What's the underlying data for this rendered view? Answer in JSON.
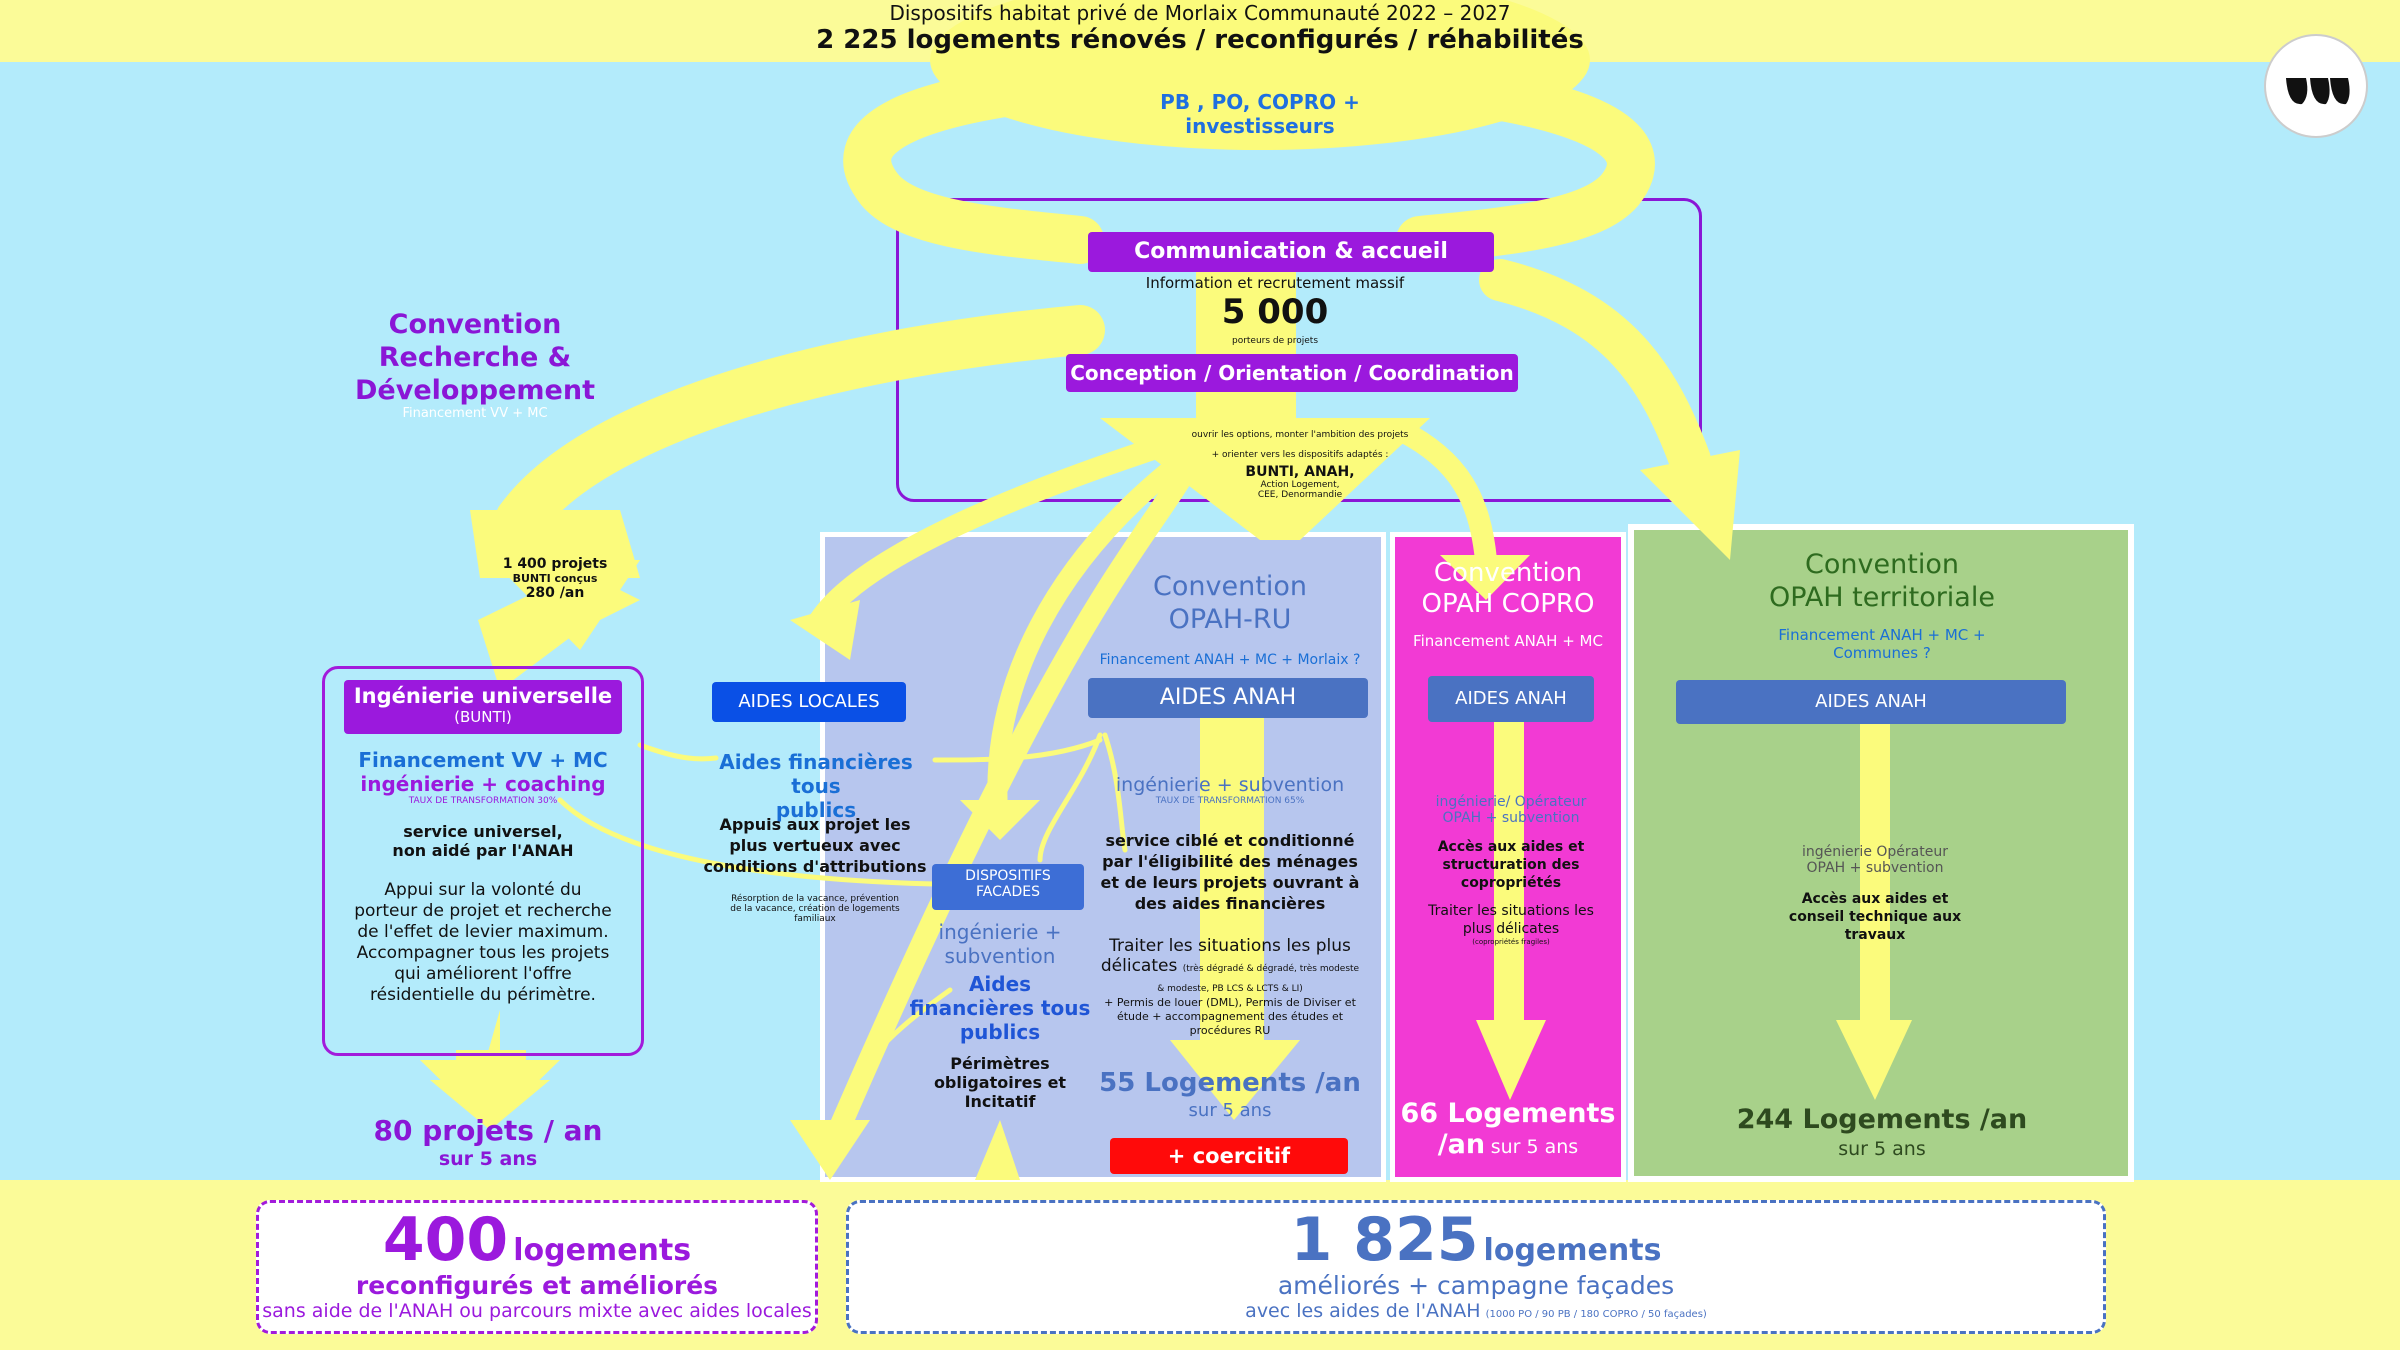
{
  "header": {
    "subtitle": "Dispositifs habitat  privé de Morlaix Communauté 2022 – 2027",
    "title": "2 225 logements rénovés / reconfigurés / réhabilités"
  },
  "top": {
    "owners": "PB , PO, COPRO +",
    "owners2": "investisseurs"
  },
  "center": {
    "communication": "Communication & accueil",
    "info": "Information et recrutement massif",
    "count": "5 000",
    "count_sub": "porteurs  de projets",
    "conception": "Conception / Orientation / Coordination",
    "options1": "ouvrir les options, monter l'ambition des projets",
    "options2": "+ orienter vers les dispositifs adaptés :",
    "options3": "BUNTI,  ANAH,",
    "options4": "Action Logement,",
    "options5": "CEE, Denormandie"
  },
  "rd": {
    "title1": "Convention",
    "title2": "Recherche &",
    "title3": "Développement",
    "funding": "Financement VV + MC",
    "projects1": "1 400 projets",
    "projects2": "BUNTI conçus",
    "projects3": "280 /an"
  },
  "ingenierie": {
    "title": "Ingénierie universelle",
    "title_sub": "(BUNTI)",
    "funding": "Financement VV + MC",
    "coaching": "ingénierie + coaching",
    "rate": "TAUX DE TRANSFORMATION  30%",
    "service1": "service universel,",
    "service2": "non aidé par l'ANAH",
    "desc": "Appui sur la volonté du porteur de projet et recherche de l'effet de levier maximum. Accompagner tous les projets qui améliorent l'offre résidentielle du périmètre.",
    "result": "80 projets / an",
    "result_sub": "sur 5 ans"
  },
  "aides_locales": {
    "label": "AIDES LOCALES",
    "aides": "Aides financières tous",
    "aides2": "publics",
    "appuis": "Appuis aux projet les plus vertueux avec conditions d'attributions",
    "note": "Résorption de la vacance, prévention de la vacance, création de logements familiaux"
  },
  "facades": {
    "label1": "DISPOSITIFS",
    "label2": "FACADES",
    "ing": "ingénierie +",
    "ing2": "subvention",
    "aides": "Aides",
    "aides2": "financières tous",
    "aides3": "publics",
    "perim1": "Périmètres",
    "perim2": "obligatoires et",
    "perim3": "Incitatif"
  },
  "opah_ru": {
    "title1": "Convention",
    "title2": "OPAH-RU",
    "funding": "Financement ANAH + MC + Morlaix ?",
    "label": "AIDES ANAH",
    "ing": "ingénierie + subvention",
    "rate": "TAUX DE TRANSFORMATION  65%",
    "service": "service ciblé et conditionné par l'éligibilité des ménages et de leurs projets ouvrant à des aides financières",
    "traiter": "Traiter les situations les plus",
    "traiter2": "délicates",
    "traiter_small": "(très dégradé & dégradé, très modeste & modeste, PB LCS & LCTS & LI)",
    "traiter3": "+ Permis de louer (DML), Permis de Diviser et étude + accompagnement des études et procédures RU",
    "result": "55 Logements /an",
    "result_sub": "sur 5 ans",
    "coercitif": "+ coercitif"
  },
  "opah_copro": {
    "title1": "Convention",
    "title2": "OPAH COPRO",
    "funding": "Financement ANAH + MC",
    "label": "AIDES ANAH",
    "ing": "ingénierie/ Opérateur OPAH + subvention",
    "acces": "Accès aux aides et structuration des copropriétés",
    "traiter": "Traiter les situations les plus délicates",
    "traiter_small": "(copropriétés fragiles)",
    "result": "66 Logements",
    "result2": "/an",
    "result_sub": "sur 5 ans"
  },
  "opah_terr": {
    "title1": "Convention",
    "title2": "OPAH territoriale",
    "funding": "Financement ANAH + MC +",
    "funding2": "Communes ?",
    "label": "AIDES ANAH",
    "ing": "ingénierie  Opérateur",
    "ing2": "OPAH + subvention",
    "acces": "Accès aux aides et conseil technique aux travaux",
    "result": "244 Logements /an",
    "result_sub": "sur 5 ans"
  },
  "bottom_left": {
    "count": "400",
    "unit": "logements",
    "line2": "reconfigurés et améliorés",
    "line3": "sans aide de l'ANAH ou parcours mixte avec aides locales"
  },
  "bottom_right": {
    "count": "1 825",
    "unit": "logements",
    "line2": "améliorés + campagne façades",
    "line3": "avec les aides de l'ANAH",
    "line3_small": "(1000 PO / 90 PB / 180 COPRO / 50 façades)"
  },
  "colors": {
    "sky": "#b3ebfb",
    "yellow": "#fbfb7c",
    "purple": "#8a16d6",
    "magenta": "#f23ad4",
    "green": "#a8d18a",
    "lavender": "#b7c6ee",
    "steel": "#4a72c2",
    "red": "#ff0a0a"
  }
}
